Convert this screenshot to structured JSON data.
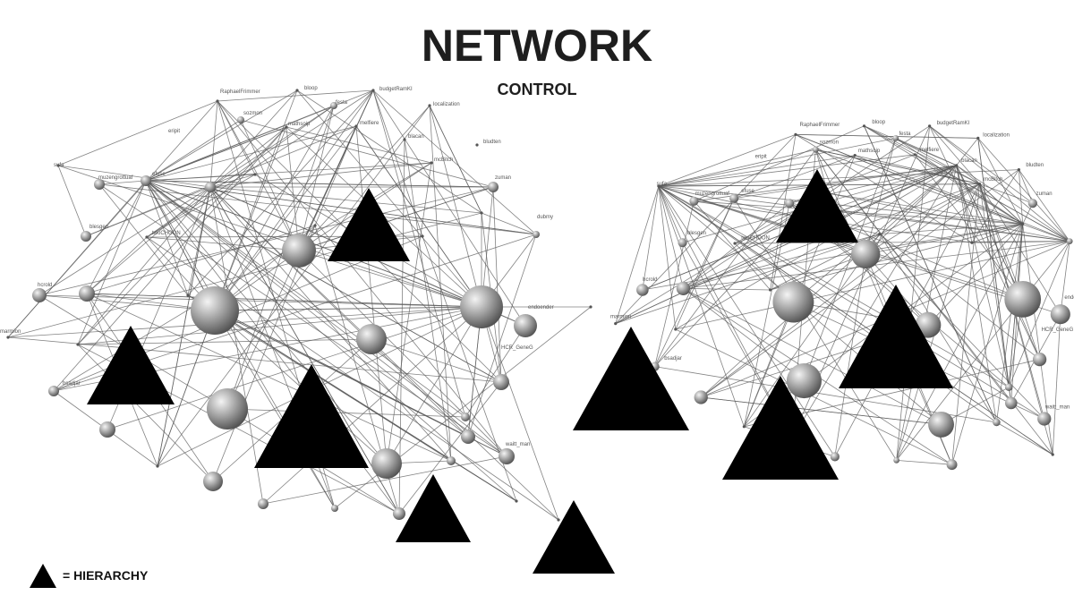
{
  "title": "NETWORK",
  "subtitle": "CONTROL",
  "legend": {
    "label": "= HIERARCHY",
    "symbol": "triangle-icon"
  },
  "colors": {
    "text": "#1e1e1e",
    "edge": "#6e6e6e",
    "node": "#9a9a9a",
    "triangle": "#000000"
  },
  "node_labels": [
    "RaphaelFrimmer",
    "sozmon",
    "bloop",
    "festa",
    "budgetRamKI",
    "localization",
    "mathsoip",
    "melfiere",
    "blacan",
    "bludten",
    "mcBitch",
    "eripit",
    "sufa",
    "muzengrottuaf",
    "efuse",
    "zuman",
    "dubmy",
    "blesgen",
    "twoCHOON",
    "hcrold",
    "endoender",
    "HCR_GeneG",
    "marmion",
    "waitt_man",
    "bsadjar"
  ]
}
